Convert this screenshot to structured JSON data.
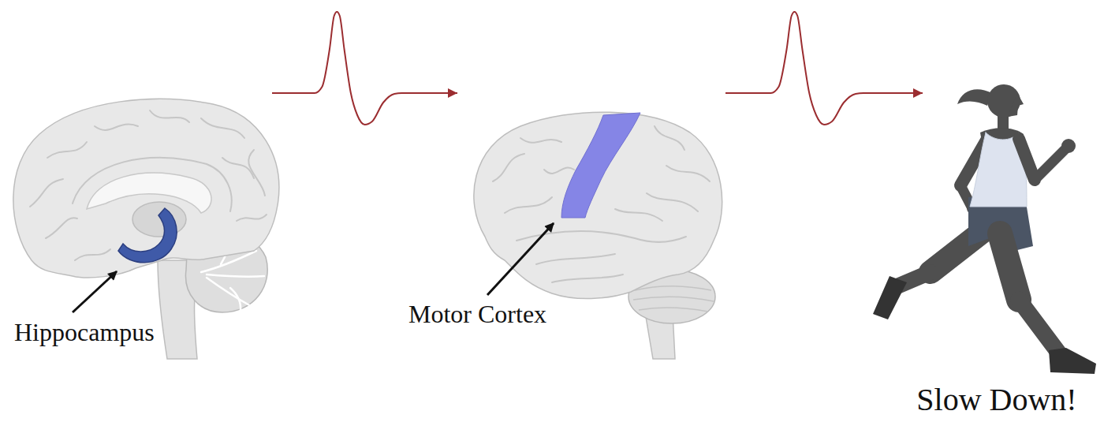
{
  "diagram": {
    "nodes": [
      {
        "text": [
          "Hippocampus"
        ]
      },
      {
        "text": [
          "Motor Cortex"
        ]
      },
      {
        "text": [
          "Slow Down!"
        ]
      }
    ],
    "edges": [
      {
        "from": 0,
        "to": 1,
        "arrow": "to"
      },
      {
        "from": 1,
        "to": 2,
        "arrow": "to"
      }
    ]
  }
}
